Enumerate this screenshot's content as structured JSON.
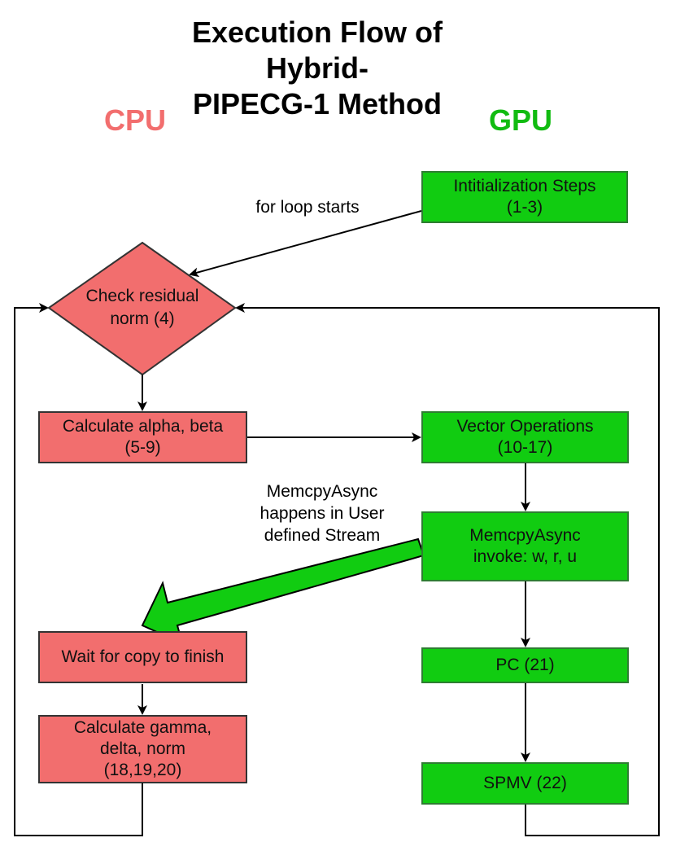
{
  "title": {
    "line1": "Execution Flow of Hybrid-",
    "line2": "PIPECG-1 Method"
  },
  "lanes": {
    "cpu": "CPU",
    "gpu": "GPU"
  },
  "colors": {
    "cpu_lane": "#f26e6e",
    "gpu_lane": "#11bb11",
    "cpu_fill": "#f26e6e",
    "gpu_fill": "#11cc11"
  },
  "nodes": {
    "init": {
      "line1": "Intitialization Steps",
      "line2": "(1-3)"
    },
    "check": {
      "line1": "Check residual",
      "line2": "norm (4)"
    },
    "alpha": {
      "line1": "Calculate alpha, beta",
      "line2": "(5-9)"
    },
    "vector": {
      "line1": "Vector Operations",
      "line2": "(10-17)"
    },
    "memcpy": {
      "line1": "MemcpyAsync",
      "line2": "invoke: w, r, u"
    },
    "wait": {
      "label": "Wait for copy to finish"
    },
    "pc": {
      "label": "PC (21)"
    },
    "gamma": {
      "line1": "Calculate gamma,",
      "line2": "delta, norm",
      "line3": "(18,19,20)"
    },
    "spmv": {
      "label": "SPMV (22)"
    }
  },
  "edge_labels": {
    "loop": "for loop starts",
    "stream": {
      "line1": "MemcpyAsync",
      "line2": "happens in User",
      "line3": "defined Stream"
    }
  }
}
